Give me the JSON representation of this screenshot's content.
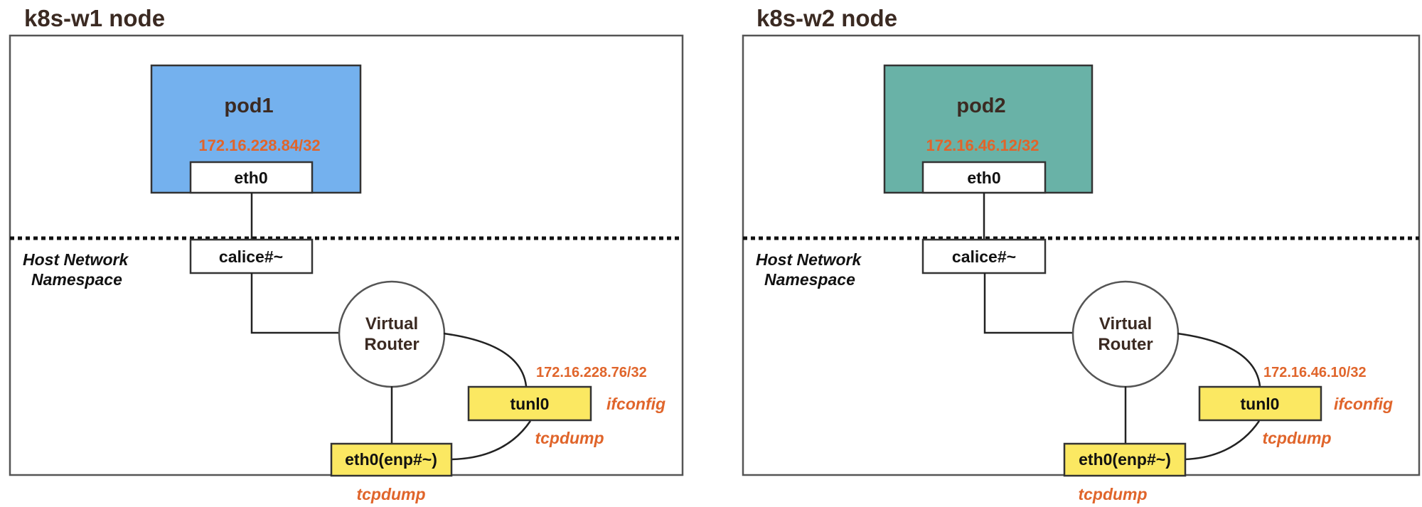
{
  "colors": {
    "pod1_fill": "#74B1EE",
    "pod2_fill": "#69B2A7",
    "accent_orange": "#E0652B",
    "iface_yellow": "#FBE862",
    "title_text": "#3B2A22",
    "line": "#222222"
  },
  "nodes": [
    {
      "title": "k8s-w1 node",
      "pod": {
        "name": "pod1",
        "ip": "172.16.228.84/32",
        "iface": "eth0"
      },
      "host_ns_label": [
        "Host Network",
        "Namespace"
      ],
      "veth": "calice#~",
      "router_label": [
        "Virtual",
        "Router"
      ],
      "tunnel": {
        "name": "tunl0",
        "ip": "172.16.228.76/32",
        "tool_right": "ifconfig",
        "tool_below": "tcpdump"
      },
      "nic": {
        "name": "eth0(enp#~)",
        "tool_below": "tcpdump"
      }
    },
    {
      "title": "k8s-w2 node",
      "pod": {
        "name": "pod2",
        "ip": "172.16.46.12/32",
        "iface": "eth0"
      },
      "host_ns_label": [
        "Host Network",
        "Namespace"
      ],
      "veth": "calice#~",
      "router_label": [
        "Virtual",
        "Router"
      ],
      "tunnel": {
        "name": "tunl0",
        "ip": "172.16.46.10/32",
        "tool_right": "ifconfig",
        "tool_below": "tcpdump"
      },
      "nic": {
        "name": "eth0(enp#~)",
        "tool_below": "tcpdump"
      }
    }
  ]
}
